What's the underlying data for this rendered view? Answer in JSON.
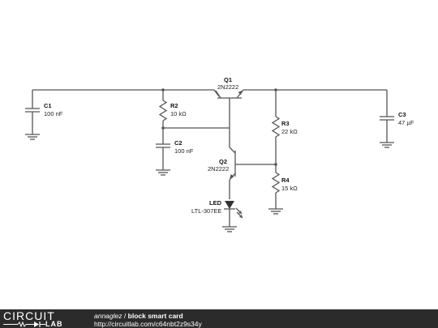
{
  "schematic": {
    "components": {
      "c1": {
        "ref": "C1",
        "value": "100 nF"
      },
      "r2": {
        "ref": "R2",
        "value": "10 kΩ"
      },
      "c2": {
        "ref": "C2",
        "value": "100 nF"
      },
      "q1": {
        "ref": "Q1",
        "value": "2N2222"
      },
      "q2": {
        "ref": "Q2",
        "value": "2N2222"
      },
      "led": {
        "ref": "LED",
        "value": "LTL-307EE"
      },
      "r3": {
        "ref": "R3",
        "value": "22 kΩ"
      },
      "r4": {
        "ref": "R4",
        "value": "15 kΩ"
      },
      "c3": {
        "ref": "C3",
        "value": "47 µF"
      }
    }
  },
  "footer": {
    "logo_top": "CIRCUIT",
    "logo_bottom": "LAB",
    "author": "annaglez",
    "separator": "/",
    "title": "block smart card",
    "url": "http://circuitlab.com/c64nbt2z9s34y"
  }
}
